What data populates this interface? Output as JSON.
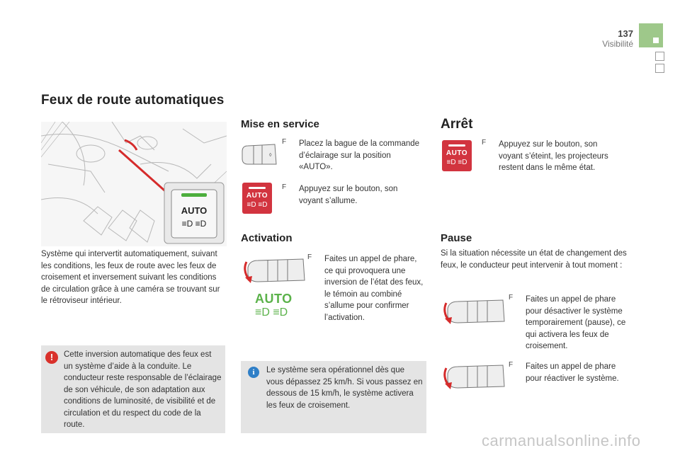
{
  "header": {
    "page_number": "137",
    "section": "Visibilité",
    "accent_color": "#9ec88a"
  },
  "main": {
    "title": "Feux de route automatiques",
    "intro": "Système qui intervertit automatiquement, suivant les conditions, les feux de route avec les feux de croisement et inversement suivant les conditions de circulation grâce à une caméra se trouvant sur le rétroviseur intérieur.",
    "warning": {
      "icon": "warning-icon",
      "text": "Cette inversion automatique des feux est un système d’aide à la conduite. Le conducteur reste responsable de l’éclairage de son véhicule, de son adaptation aux conditions de luminosité, de visibilité et de circulation et du respect du code de la route."
    },
    "mise_en_service": {
      "title": "Mise en service",
      "steps": [
        "Placez la bague de la commande d’éclairage sur la position «AUTO».",
        "Appuyez sur le bouton, son voyant s’allume."
      ]
    },
    "activation": {
      "title": "Activation",
      "step": "Faites un appel de phare, ce qui provoquera une inversion de l’état des feux, le témoin au combiné s’allume pour confirmer l’activation."
    },
    "info": {
      "icon": "info-icon",
      "text": "Le système sera opérationnel dès que vous dépassez 25 km/h. Si vous passez en dessous de 15 km/h, le système activera les feux de croisement."
    },
    "arret": {
      "title": "Arrêt",
      "step": "Appuyez sur le bouton, son voyant s’éteint, les projecteurs restent dans le même état."
    },
    "pause": {
      "title": "Pause",
      "intro": "Si la situation nécessite un état de changement des feux, le conducteur peut intervenir à tout moment :",
      "steps": [
        "Faites un appel de phare pour désactiver le système temporairement (pause), ce qui activera les feux de croisement.",
        "Faites un appel de phare pour réactiver le système."
      ]
    },
    "auto_label": "AUTO",
    "auto_symbol": "≡D ≡D",
    "bullet_glyph": "F"
  },
  "watermark": "carmanualsonline.info"
}
